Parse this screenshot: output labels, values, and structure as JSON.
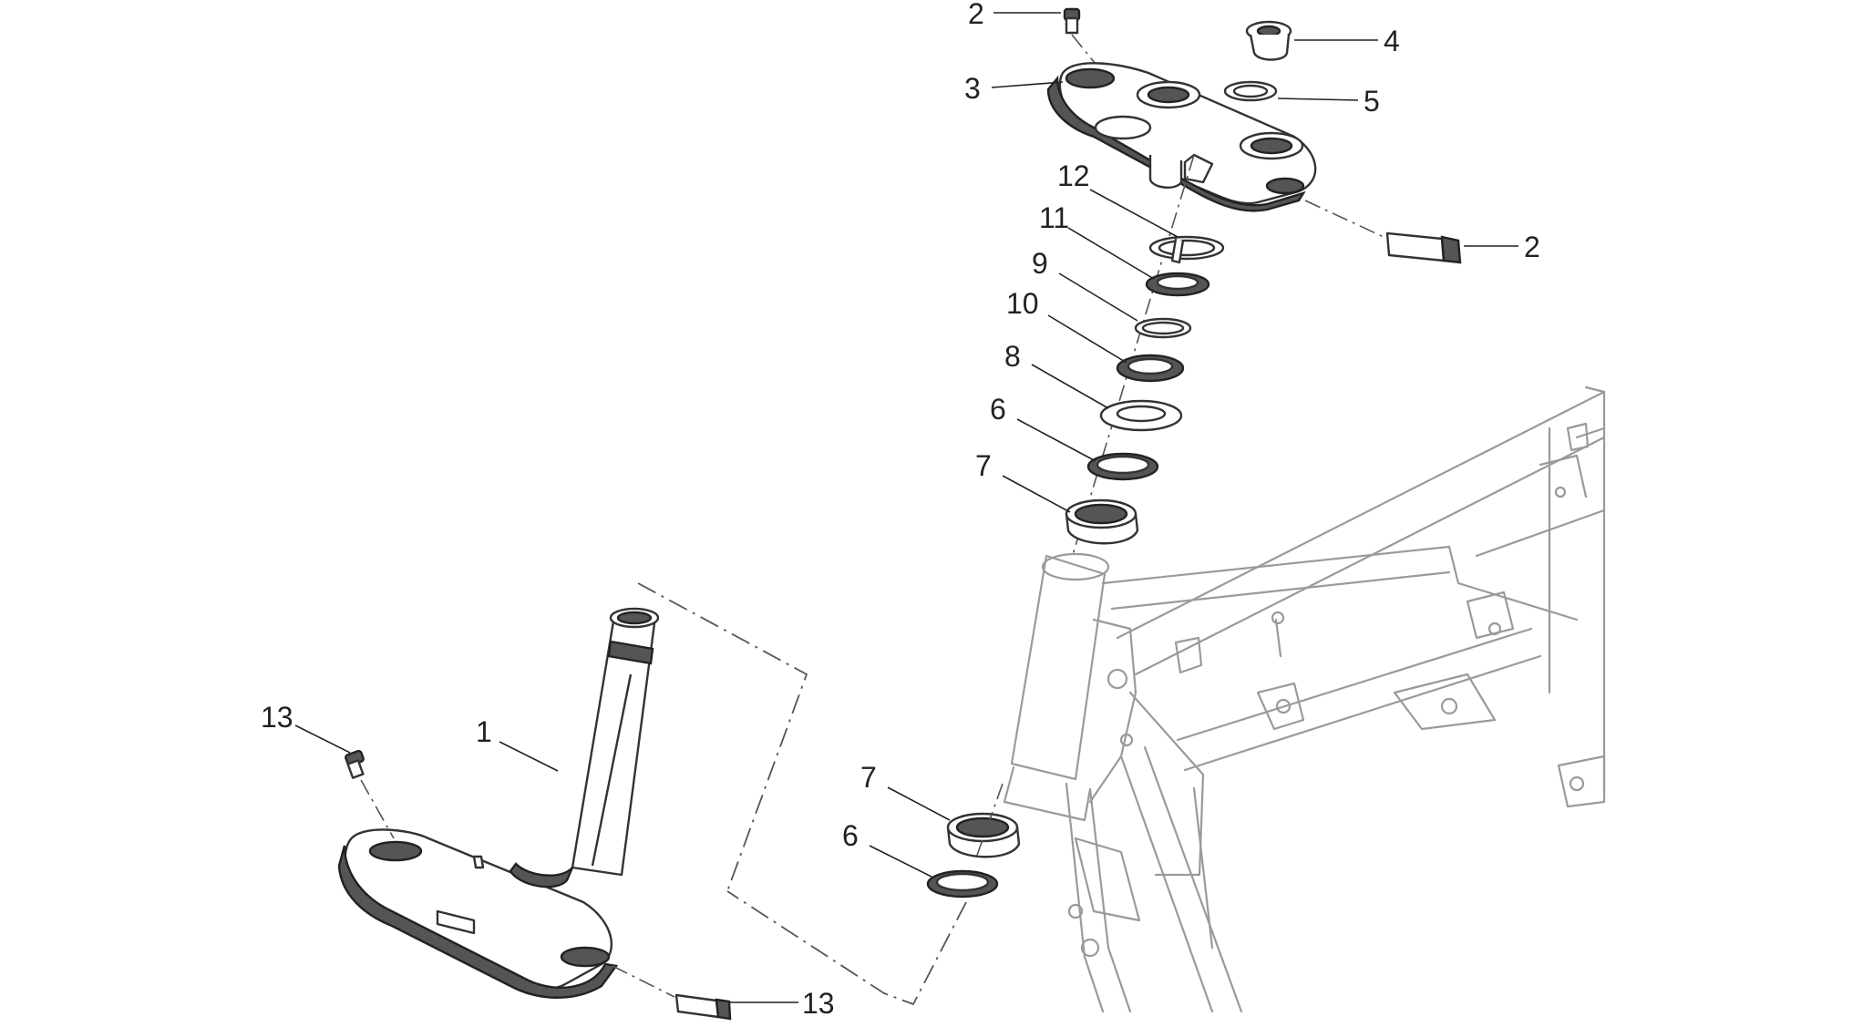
{
  "callouts": [
    {
      "id": "c2a",
      "number": "2"
    },
    {
      "id": "c4",
      "number": "4"
    },
    {
      "id": "c3",
      "number": "3"
    },
    {
      "id": "c5",
      "number": "5"
    },
    {
      "id": "c12",
      "number": "12"
    },
    {
      "id": "c2b",
      "number": "2"
    },
    {
      "id": "c11",
      "number": "11"
    },
    {
      "id": "c9",
      "number": "9"
    },
    {
      "id": "c10",
      "number": "10"
    },
    {
      "id": "c8",
      "number": "8"
    },
    {
      "id": "c6a",
      "number": "6"
    },
    {
      "id": "c7a",
      "number": "7"
    },
    {
      "id": "c13a",
      "number": "13"
    },
    {
      "id": "c1",
      "number": "1"
    },
    {
      "id": "c7b",
      "number": "7"
    },
    {
      "id": "c6b",
      "number": "6"
    },
    {
      "id": "c13b",
      "number": "13"
    }
  ],
  "colors": {
    "line": "#333333",
    "frame": "#9a9a9a",
    "dark_fill": "#555555",
    "background": "#ffffff"
  }
}
